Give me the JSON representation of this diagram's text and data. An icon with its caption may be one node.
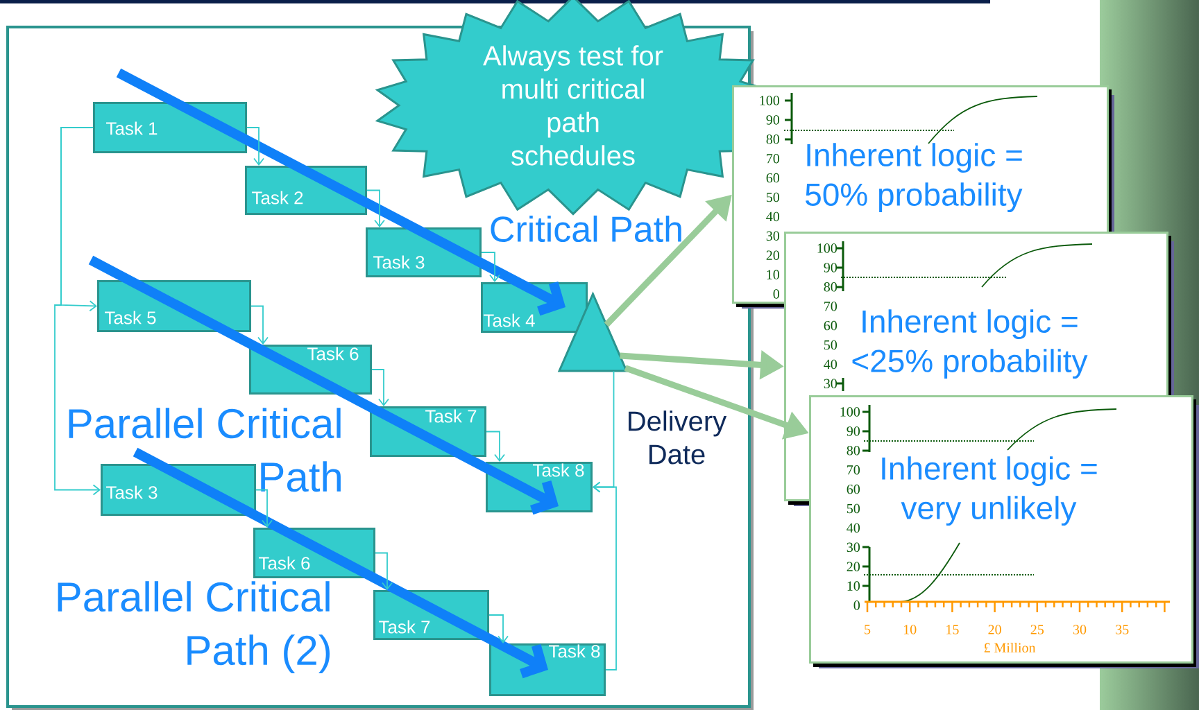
{
  "diagram": {
    "nodes": [
      {
        "text": [
          "Task 1"
        ]
      },
      {
        "text": [
          "Task 2"
        ]
      },
      {
        "text": [
          "Task 3"
        ]
      },
      {
        "text": [
          "Task 4"
        ]
      },
      {
        "text": [
          "Task 5"
        ]
      },
      {
        "text": [
          "Task 6"
        ]
      },
      {
        "text": [
          "Task 7"
        ]
      },
      {
        "text": [
          "Task 8"
        ]
      },
      {
        "text": [
          "Task 3"
        ]
      },
      {
        "text": [
          "Task 6"
        ]
      },
      {
        "text": [
          "Task 7"
        ]
      },
      {
        "text": [
          "Task 8"
        ]
      },
      {
        "text": [
          "Always test for multi critical path schedules"
        ]
      },
      {
        "text": [],
        "shape": "triangle",
        "beside": [
          "Delivery Date"
        ]
      },
      {
        "text": [
          "Inherent logic = 50% probability"
        ]
      },
      {
        "text": [
          "Inherent logic = <25% probability"
        ]
      },
      {
        "text": [
          "Inherent logic = very unlikely"
        ]
      }
    ],
    "edges": [
      {
        "from": 0,
        "to": 1,
        "arrow": "to"
      },
      {
        "from": 1,
        "to": 2,
        "arrow": "to"
      },
      {
        "from": 2,
        "to": 3,
        "arrow": "to"
      },
      {
        "from": 4,
        "to": 5,
        "arrow": "to"
      },
      {
        "from": 5,
        "to": 6,
        "arrow": "to"
      },
      {
        "from": 6,
        "to": 7,
        "arrow": "to"
      },
      {
        "from": 8,
        "to": 9,
        "arrow": "to"
      },
      {
        "from": 9,
        "to": 10,
        "arrow": "to"
      },
      {
        "from": 10,
        "to": 11,
        "arrow": "to"
      },
      {
        "from": 0,
        "to": 4,
        "arrow": "to"
      },
      {
        "from": 0,
        "to": 8,
        "arrow": "to"
      },
      {
        "from": 13,
        "to": 7,
        "arrow": "to"
      },
      {
        "from": 11,
        "to": 7,
        "arrow": "to"
      },
      {
        "from": 13,
        "to": 14,
        "arrow": "to",
        "style": "thick",
        "color": "#99cc99"
      },
      {
        "from": 13,
        "to": 15,
        "arrow": "to",
        "style": "thick",
        "color": "#99cc99"
      },
      {
        "from": 13,
        "to": 16,
        "arrow": "to",
        "style": "thick",
        "color": "#99cc99"
      }
    ],
    "labels": [
      "Critical Path",
      "Parallel Critical Path",
      "Parallel Critical Path (2)",
      "100",
      "90",
      "80",
      "70",
      "60",
      "50",
      "40",
      "30",
      "20",
      "10",
      "0",
      "100",
      "90",
      "80",
      "70",
      "60",
      "50",
      "40",
      "30",
      "100",
      "90",
      "80",
      "70",
      "60",
      "50",
      "40",
      "30",
      "20",
      "10",
      "0",
      "5",
      "10",
      "15",
      "20",
      "25",
      "30",
      "35",
      "£ Million"
    ]
  }
}
